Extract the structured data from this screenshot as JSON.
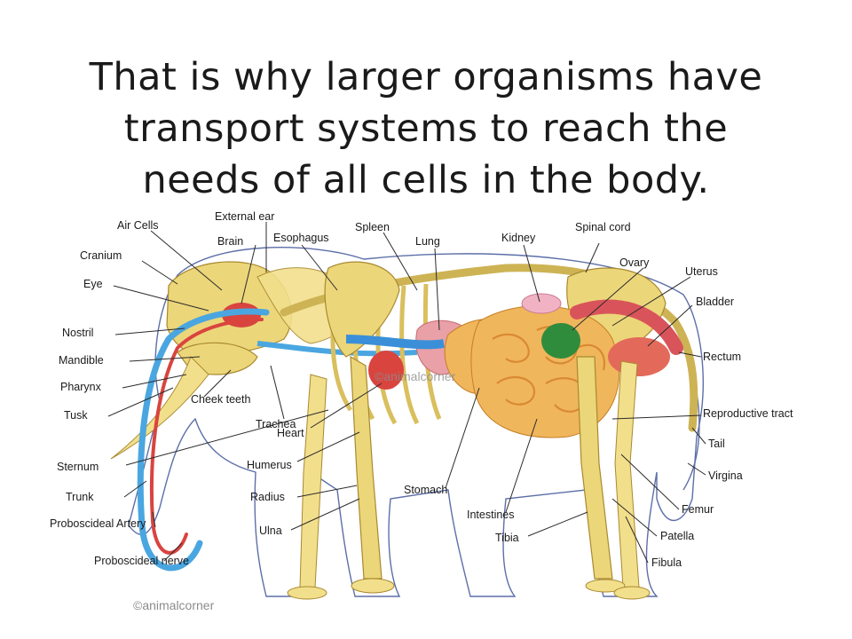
{
  "slide": {
    "headline_lines": [
      "That is why larger organisms have",
      "transport systems to reach the",
      "needs of all cells in the  body."
    ]
  },
  "diagram": {
    "watermark_center": "©animalcorner",
    "watermark_corner": "©animalcorner",
    "labels": {
      "air_cells": "Air Cells",
      "external_ear": "External ear",
      "brain": "Brain",
      "esophagus": "Esophagus",
      "spleen": "Spleen",
      "lung": "Lung",
      "kidney": "Kidney",
      "spinal_cord": "Spinal cord",
      "ovary": "Ovary",
      "uterus": "Uterus",
      "bladder": "Bladder",
      "cranium": "Cranium",
      "eye": "Eye",
      "nostril": "Nostril",
      "mandible": "Mandible",
      "pharynx": "Pharynx",
      "tusk": "Tusk",
      "cheek_teeth": "Cheek teeth",
      "trachea": "Trachea",
      "heart": "Heart",
      "sternum": "Sternum",
      "humerus": "Humerus",
      "trunk": "Trunk",
      "radius": "Radius",
      "proboscideal_artery": "Proboscideal Artery",
      "ulna": "Ulna",
      "proboscideal_nerve": "Proboscideal nerve",
      "stomach": "Stomach",
      "intestines": "Intestines",
      "tibia": "Tibia",
      "rectum": "Rectum",
      "reproductive_tract": "Reproductive tract",
      "tail": "Tail",
      "virgina": "Virgina",
      "femur": "Femur",
      "patella": "Patella",
      "fibula": "Fibula"
    }
  }
}
